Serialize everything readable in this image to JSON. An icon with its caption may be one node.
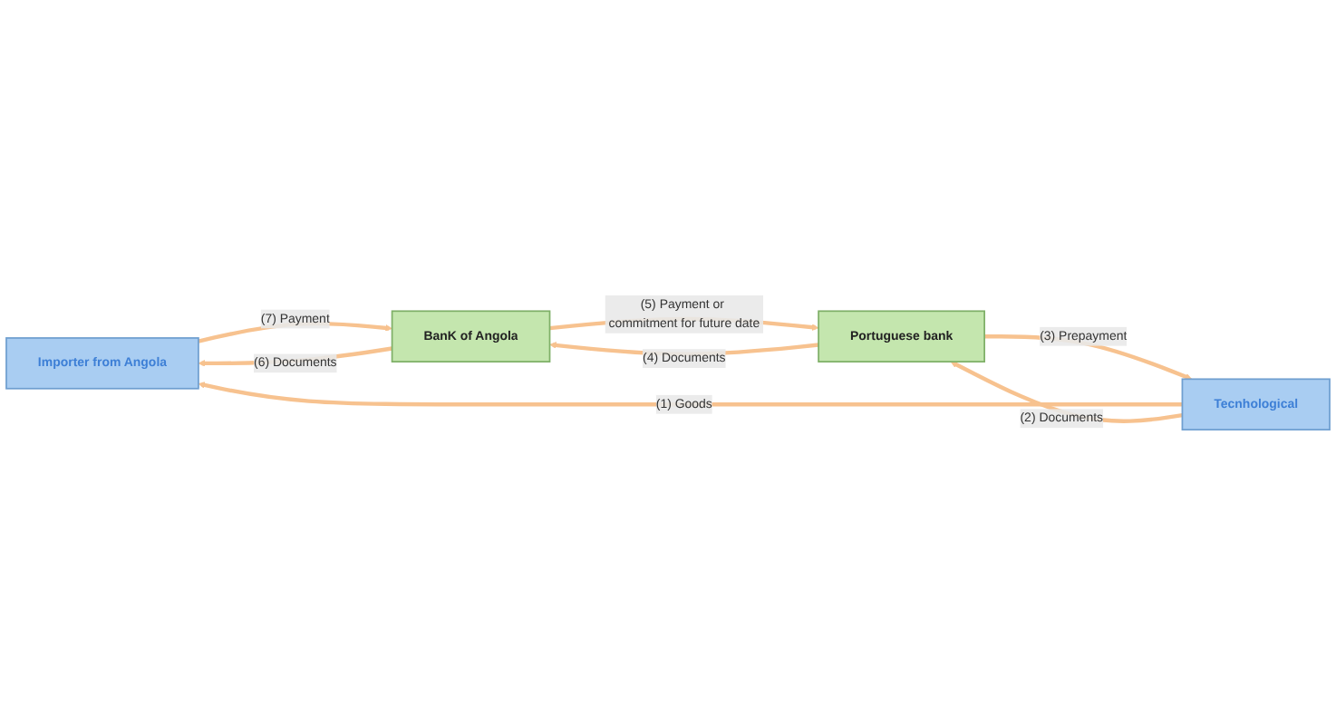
{
  "diagram": {
    "nodes": [
      {
        "text": [
          "Importer from Angola"
        ]
      },
      {
        "text": [
          "Tecnhological"
        ]
      },
      {
        "text": [
          "BanK of Angola"
        ]
      },
      {
        "text": [
          "Portuguese bank"
        ]
      }
    ],
    "edges": [
      {
        "from": 1,
        "to": 0,
        "arrow": "to",
        "label": "(1) Goods"
      },
      {
        "from": 1,
        "to": 3,
        "arrow": "to",
        "label": "(2) Documents"
      },
      {
        "from": 3,
        "to": 1,
        "arrow": "to",
        "label": "(3) Prepayment"
      },
      {
        "from": 3,
        "to": 2,
        "arrow": "to",
        "label": "(4) Documents"
      },
      {
        "from": 2,
        "to": 3,
        "arrow": "to",
        "label": "(5) Payment or commitment for future date"
      },
      {
        "from": 2,
        "to": 0,
        "arrow": "to",
        "label": "(6) Documents"
      },
      {
        "from": 0,
        "to": 2,
        "arrow": "to",
        "label": "(7) Payment"
      }
    ]
  }
}
